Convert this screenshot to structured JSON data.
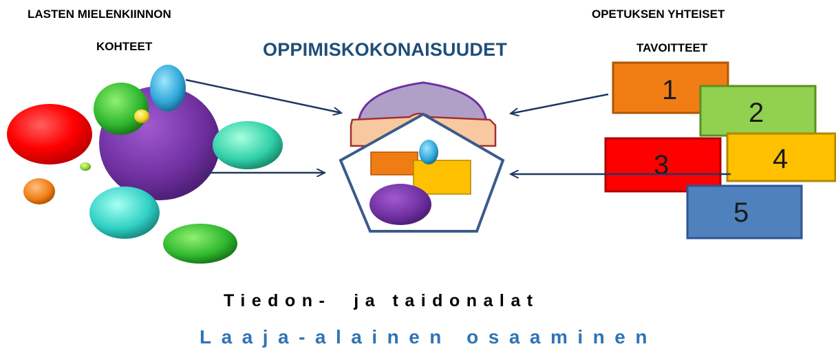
{
  "labels": {
    "left_line1": "LASTEN MIELENKIINNON",
    "left_line2": "KOHTEET",
    "center_title": "OPPIMISKOKONAISUUDET",
    "right_line1": "OPETUKSEN YHTEISET",
    "right_line2": "TAVOITTEET",
    "bottom_line1": "Tiedon-  ja taidonalat",
    "bottom_line2": "Laaja-alainen osaaminen"
  },
  "blocks": [
    {
      "number": "1",
      "color": "#f07d14"
    },
    {
      "number": "2",
      "color": "#92d050"
    },
    {
      "number": "3",
      "color": "#ff0000"
    },
    {
      "number": "4",
      "color": "#ffc000"
    },
    {
      "number": "5",
      "color": "#4f81bd"
    }
  ],
  "colors": {
    "arrow": "#1f3864",
    "pentagon": "#3b5b8a",
    "title": "#1f4e79",
    "bottom_line2": "#2e74b5"
  }
}
